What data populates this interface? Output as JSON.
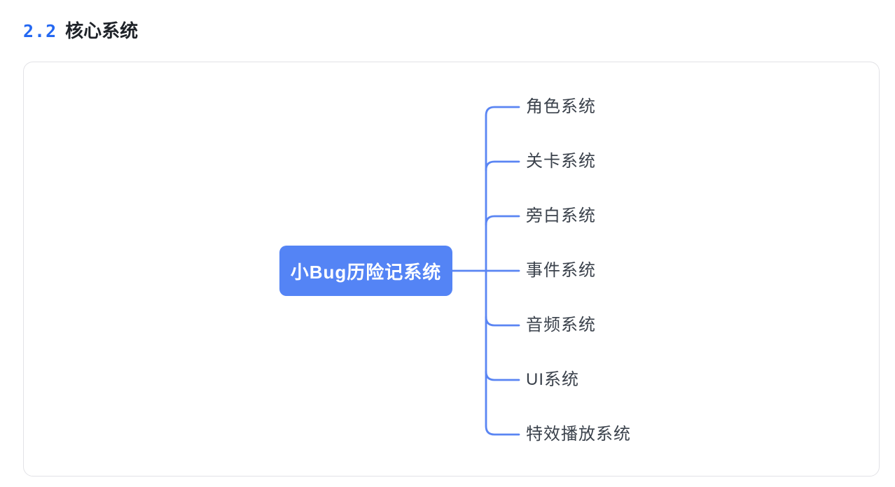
{
  "heading": {
    "number": "2.2",
    "title": "核心系统"
  },
  "mindmap": {
    "root": "小Bug历险记系统",
    "branches": [
      {
        "label": "角色系统"
      },
      {
        "label": "关卡系统"
      },
      {
        "label": "旁白系统"
      },
      {
        "label": "事件系统"
      },
      {
        "label": "音频系统"
      },
      {
        "label": "UI系统"
      },
      {
        "label": "特效播放系统"
      }
    ]
  },
  "colors": {
    "heading_number_blue": "#2468f2",
    "heading_text": "#1f2329",
    "node_fill_blue": "#5484f5",
    "connector_line_blue": "#5a85f3",
    "branch_label_text": "#3a414b",
    "canvas_border": "#e2e2e6",
    "background": "#ffffff"
  }
}
